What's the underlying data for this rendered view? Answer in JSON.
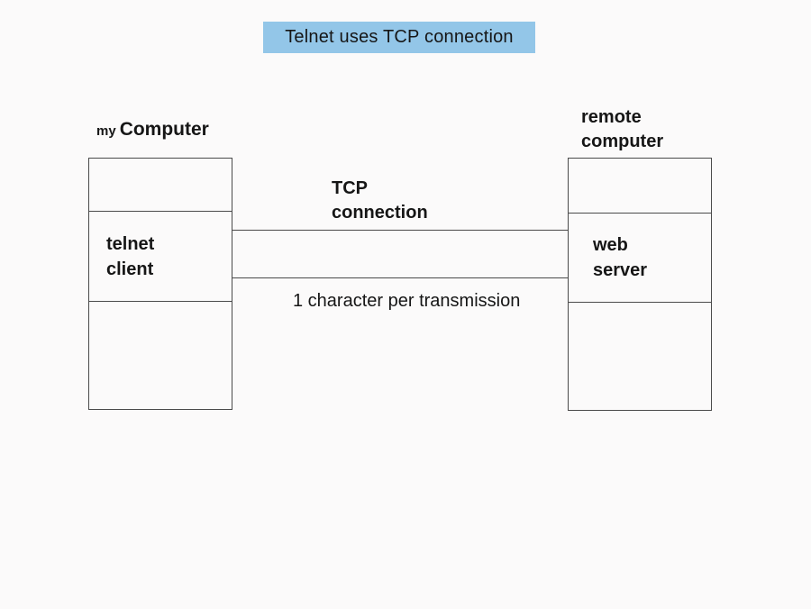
{
  "canvas": {
    "background": "#fbfafa"
  },
  "title_banner": {
    "label": "Telnet uses TCP connection",
    "bg_color": "#93c6e8",
    "text_color": "#1c2b49"
  },
  "left_computer": {
    "caption_prefix": "my",
    "caption_main": "Computer",
    "middle_line1": "telnet",
    "middle_line2": "client"
  },
  "right_computer": {
    "caption_line1": "remote",
    "caption_line2": "computer",
    "middle_line1": "web",
    "middle_line2": "server"
  },
  "connection": {
    "label_line1": "TCP",
    "label_line2": "connection",
    "note": "1 character per transmission",
    "line_color": "#4a4a4a"
  }
}
